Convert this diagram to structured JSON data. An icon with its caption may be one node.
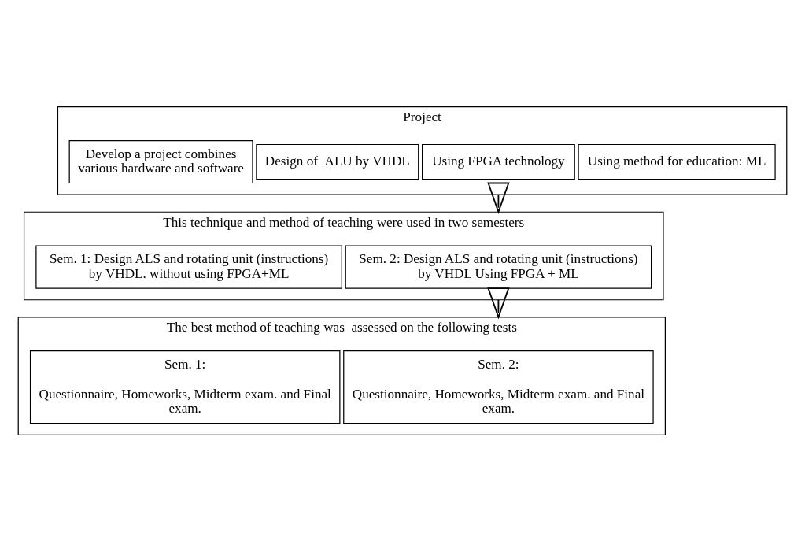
{
  "diagram": {
    "nodes": [
      {
        "text": [
          "Project"
        ]
      },
      {
        "text": [
          "Develop a project combines various hardware and software"
        ],
        "in": 0
      },
      {
        "text": [
          "Design of  ALU by VHDL"
        ],
        "in": 0
      },
      {
        "text": [
          "Using FPGA technology"
        ],
        "in": 0
      },
      {
        "text": [
          "Using method for education: ML"
        ],
        "in": 0
      },
      {
        "text": [
          "This technique and method of teaching were used in two semesters"
        ]
      },
      {
        "text": [
          "Sem. 1: Design ALS and rotating unit (instructions) by VHDL. without using FPGA+ML"
        ],
        "in": 5
      },
      {
        "text": [
          "Sem. 2: Design ALS and rotating unit (instructions) by VHDL Using FPGA + ML"
        ],
        "in": 5
      },
      {
        "text": [
          "The best method of teaching was  assessed on the following tests"
        ]
      },
      {
        "text": [
          "Sem. 1:",
          "Questionnaire, Homeworks, Midterm exam. and Final exam."
        ],
        "in": 8
      },
      {
        "text": [
          "Sem. 2:",
          "Questionnaire, Homeworks, Midterm exam. and Final exam."
        ],
        "in": 8
      }
    ],
    "edges": [
      {
        "from": 0,
        "to": 5,
        "arrow": "to"
      },
      {
        "from": 5,
        "to": 8,
        "arrow": "to"
      }
    ]
  }
}
